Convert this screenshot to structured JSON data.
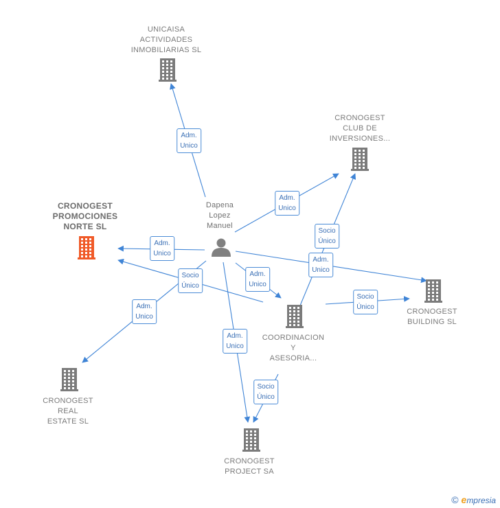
{
  "colors": {
    "edge": "#3f84d6",
    "building": "#7b7b7b",
    "highlight": "#f05a28",
    "person": "#808080"
  },
  "person": {
    "lines": [
      "Dapena",
      "Lopez",
      "Manuel"
    ]
  },
  "nodes": [
    {
      "id": "unicaisa",
      "lines": [
        "UNICAISA",
        "ACTIVIDADES",
        "INMOBILIARIAS SL"
      ],
      "highlight": false
    },
    {
      "id": "club",
      "lines": [
        "CRONOGEST",
        "CLUB DE",
        "INVERSIONES..."
      ],
      "highlight": false
    },
    {
      "id": "promociones",
      "lines": [
        "CRONOGEST",
        "PROMOCIONES",
        "NORTE  SL"
      ],
      "highlight": true
    },
    {
      "id": "building",
      "lines": [
        "CRONOGEST",
        "BUILDING  SL"
      ],
      "highlight": false
    },
    {
      "id": "coordinacion",
      "lines": [
        "COORDINACION",
        "Y",
        "ASESORIA..."
      ],
      "highlight": false
    },
    {
      "id": "real_estate",
      "lines": [
        "CRONOGEST",
        "REAL",
        "ESTATE  SL"
      ],
      "highlight": false
    },
    {
      "id": "project",
      "lines": [
        "CRONOGEST",
        "PROJECT SA"
      ],
      "highlight": false
    }
  ],
  "edges": [
    {
      "id": "e1",
      "lines": [
        "Adm.",
        "Unico"
      ]
    },
    {
      "id": "e2",
      "lines": [
        "Adm.",
        "Unico"
      ]
    },
    {
      "id": "e3",
      "lines": [
        "Adm.",
        "Unico"
      ]
    },
    {
      "id": "e4",
      "lines": [
        "Adm.",
        "Unico"
      ]
    },
    {
      "id": "e5",
      "lines": [
        "Adm.",
        "Unico"
      ]
    },
    {
      "id": "e6",
      "lines": [
        "Adm.",
        "Unico"
      ]
    },
    {
      "id": "e7",
      "lines": [
        "Adm.",
        "Unico"
      ]
    },
    {
      "id": "e8",
      "lines": [
        "Socio",
        "Único"
      ]
    },
    {
      "id": "e9",
      "lines": [
        "Socio",
        "Único"
      ]
    },
    {
      "id": "e10",
      "lines": [
        "Socio",
        "Único"
      ]
    },
    {
      "id": "e11",
      "lines": [
        "Socio",
        "Único"
      ]
    }
  ],
  "brand": {
    "copyright": "©",
    "e": "e",
    "rest": "mpresia"
  }
}
